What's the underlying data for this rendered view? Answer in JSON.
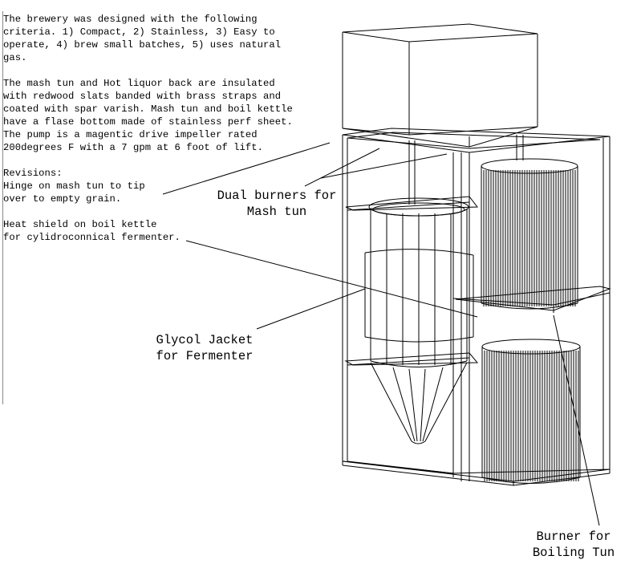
{
  "notes": {
    "criteria": "The brewery was designed with the following\ncriteria. 1) Compact, 2) Stainless, 3) Easy to\noperate, 4) brew small batches, 5) uses natural\ngas.",
    "insulation": "The mash tun and Hot liquor back are insulated\nwith redwood slats banded with brass straps and\ncoated with spar varish. Mash tun and boil kettle\nhave a flase bottom made of stainless perf sheet.\nThe pump is a magentic drive impeller rated\n200degrees F with a 7 gpm at 6 foot of lift.",
    "revisions_title": "Revisions:",
    "revision_1": "Hinge on mash tun to tip\nover to empty grain.",
    "revision_2": "Heat shield on boil kettle\nfor cylidroconnical fermenter."
  },
  "labels": {
    "dual_burners": "Dual burners for\nMash tun",
    "glycol_jacket": "Glycol Jacket\nfor Fermenter",
    "burner_boiling": "Burner for\nBoiling Tun"
  }
}
